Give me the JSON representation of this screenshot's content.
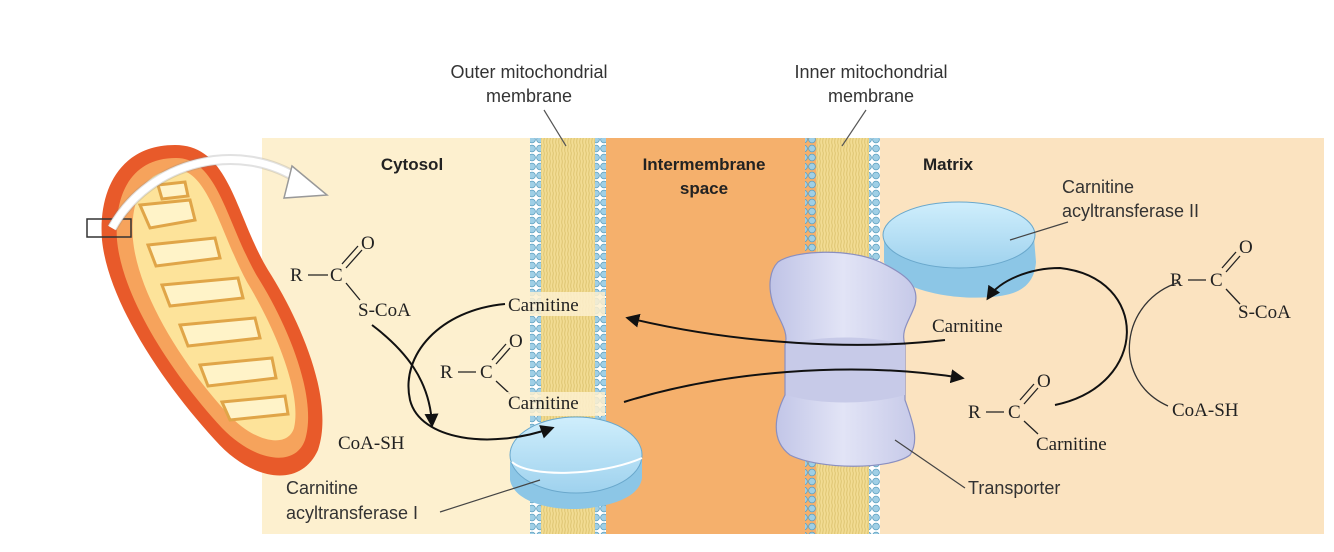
{
  "labels": {
    "outer_membrane_line1": "Outer mitochondrial",
    "outer_membrane_line2": "membrane",
    "inner_membrane_line1": "Inner mitochondrial",
    "inner_membrane_line2": "membrane",
    "cytosol": "Cytosol",
    "intermembrane_line1": "Intermembrane",
    "intermembrane_line2": "space",
    "matrix": "Matrix",
    "cat1_line1": "Carnitine",
    "cat1_line2": "acyltransferase I",
    "cat2_line1": "Carnitine",
    "cat2_line2": "acyltransferase II",
    "transporter": "Transporter"
  },
  "chemistry": {
    "R": "R",
    "C": "C",
    "O": "O",
    "s_coa": "S-CoA",
    "coa_sh": "CoA-SH",
    "carnitine": "Carnitine"
  },
  "colors": {
    "cytosol": "#fdf0cf",
    "intermembrane": "#f5b06c",
    "matrix": "#fbe3c0",
    "enzyme": "#b9e1f5",
    "transporter": "#d4d6ee",
    "membrane_head": "#9fcfe6",
    "membrane_tail": "#f2dc93",
    "mito_outer": "#e85a2a"
  }
}
